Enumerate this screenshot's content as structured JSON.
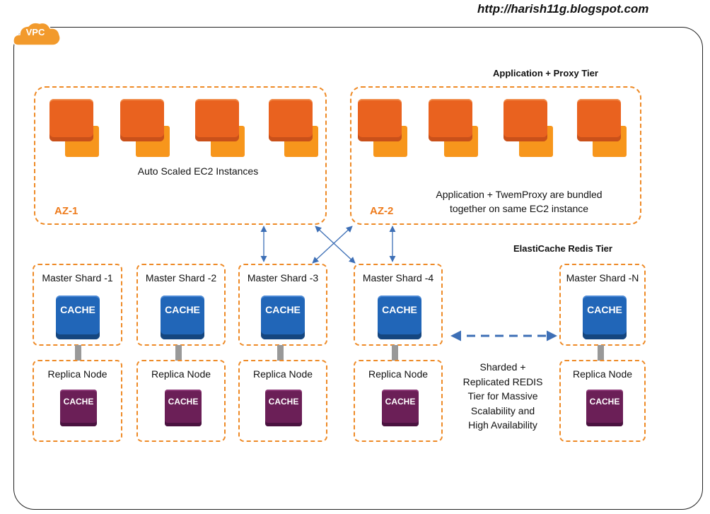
{
  "header": {
    "url": "http://harish11g.blogspot.com"
  },
  "vpc": {
    "label": "VPC"
  },
  "tiers": {
    "app_proxy": "Application + Proxy Tier",
    "redis": "ElastiCache  Redis Tier"
  },
  "az1": {
    "label": "AZ-1",
    "caption": "Auto Scaled EC2 Instances",
    "instance_count": 4
  },
  "az2": {
    "label": "AZ-2",
    "caption_line1": "Application  + TwemProxy are  bundled",
    "caption_line2": "together on same EC2 instance",
    "instance_count": 4
  },
  "shards": [
    {
      "master": "Master Shard -1",
      "replica": "Replica Node"
    },
    {
      "master": "Master Shard -2",
      "replica": "Replica Node"
    },
    {
      "master": "Master Shard -3",
      "replica": "Replica Node"
    },
    {
      "master": "Master Shard -4",
      "replica": "Replica Node"
    },
    {
      "master": "Master Shard -N",
      "replica": "Replica Node"
    }
  ],
  "cache_label": "CACHE",
  "note": {
    "line1": "Sharded +",
    "line2": "Replicated REDIS",
    "line3": "Tier for Massive",
    "line4": "Scalability and",
    "line5": "High Availability"
  },
  "colors": {
    "az_border": "#ee8a26",
    "ec2_front": "#e9621f",
    "ec2_back": "#f7961c",
    "cache_master": "#2166b8",
    "cache_replica": "#6b1f57",
    "arrow": "#3d6fb6"
  }
}
